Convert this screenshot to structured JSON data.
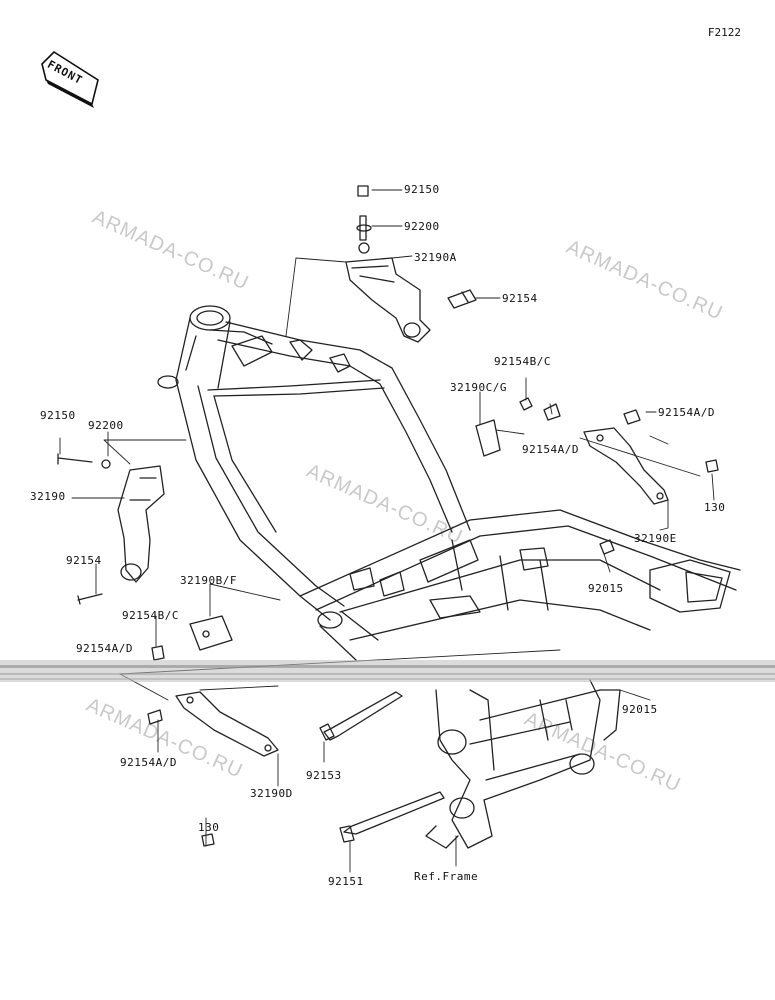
{
  "figure_id": "F2122",
  "front_badge": "FRONT",
  "watermarks": [
    "ARMADA-CO.RU",
    "ARMADA-CO.RU",
    "ARMADA-CO.RU",
    "ARMADA-CO.RU",
    "ARMADA-CO.RU"
  ],
  "labels": {
    "p92150_top": "92150",
    "p92200_top": "92200",
    "p32190A": "32190A",
    "p92154_top": "92154",
    "p92154BC_mid": "92154B/C",
    "p32190CG": "32190C/G",
    "p92154AD_mid": "92154A/D",
    "p92154AD_right": "92154A/D",
    "p130_right": "130",
    "p32190E": "32190E",
    "p92015_mid": "92015",
    "p92015_low": "92015",
    "p92150_left": "92150",
    "p92200_left": "92200",
    "p32190_left": "32190",
    "p92154_left": "92154",
    "p32190BF": "32190B/F",
    "p92154BC_left": "92154B/C",
    "p92154AD_left": "92154A/D",
    "p92154AD_low": "92154A/D",
    "p32190D": "32190D",
    "p92153": "92153",
    "p130_low": "130",
    "p92151": "92151",
    "ref_frame": "Ref.Frame"
  }
}
